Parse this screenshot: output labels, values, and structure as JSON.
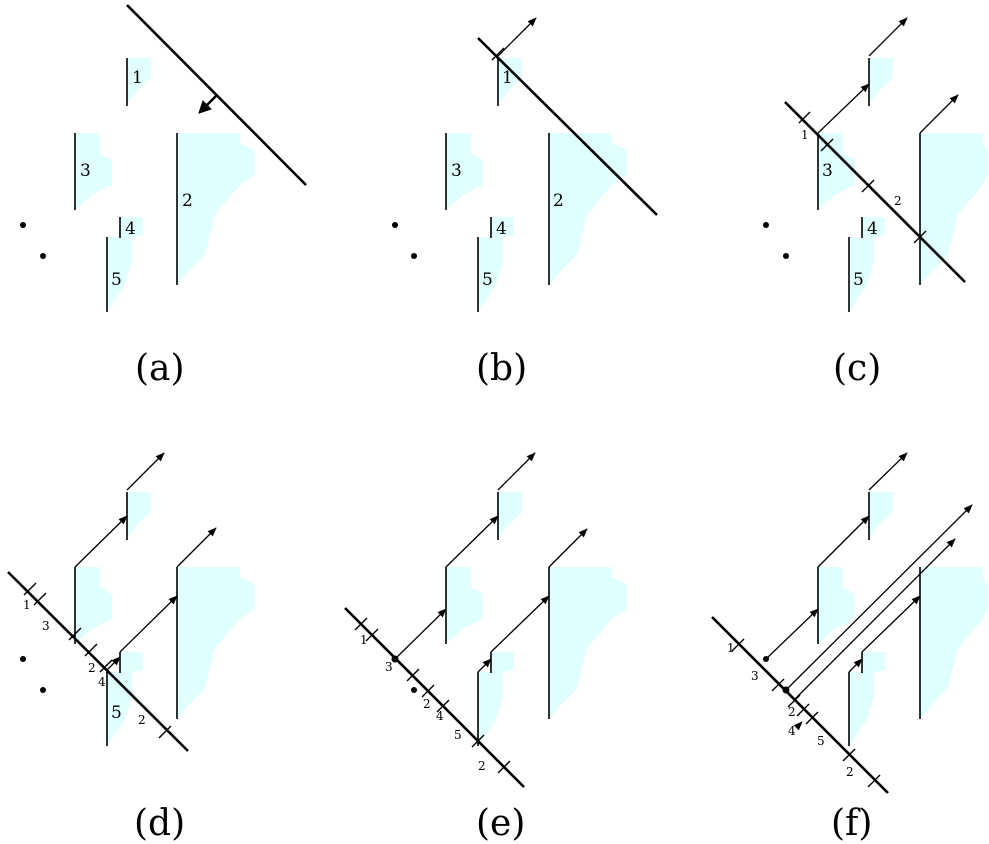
{
  "panels": [
    {
      "caption": "(a)",
      "segment_labels": [
        "1",
        "2",
        "3",
        "4",
        "5"
      ],
      "sweep_labels": []
    },
    {
      "caption": "(b)",
      "segment_labels": [
        "1",
        "2",
        "3",
        "4",
        "5"
      ],
      "sweep_labels": []
    },
    {
      "caption": "(c)",
      "segment_labels": [
        "3",
        "4",
        "5"
      ],
      "sweep_labels": [
        "1",
        "2"
      ]
    },
    {
      "caption": "(d)",
      "segment_labels": [
        "5"
      ],
      "sweep_labels": [
        "1",
        "3",
        "2",
        "4",
        "2"
      ]
    },
    {
      "caption": "(e)",
      "segment_labels": [],
      "sweep_labels": [
        "1",
        "3",
        "2",
        "4",
        "5",
        "2"
      ]
    },
    {
      "caption": "(f)",
      "segment_labels": [],
      "sweep_labels": [
        "1",
        "3",
        "2",
        "4",
        "5",
        "2"
      ]
    }
  ],
  "colors": {
    "shading": "#e0ffff",
    "ink": "#000000"
  }
}
